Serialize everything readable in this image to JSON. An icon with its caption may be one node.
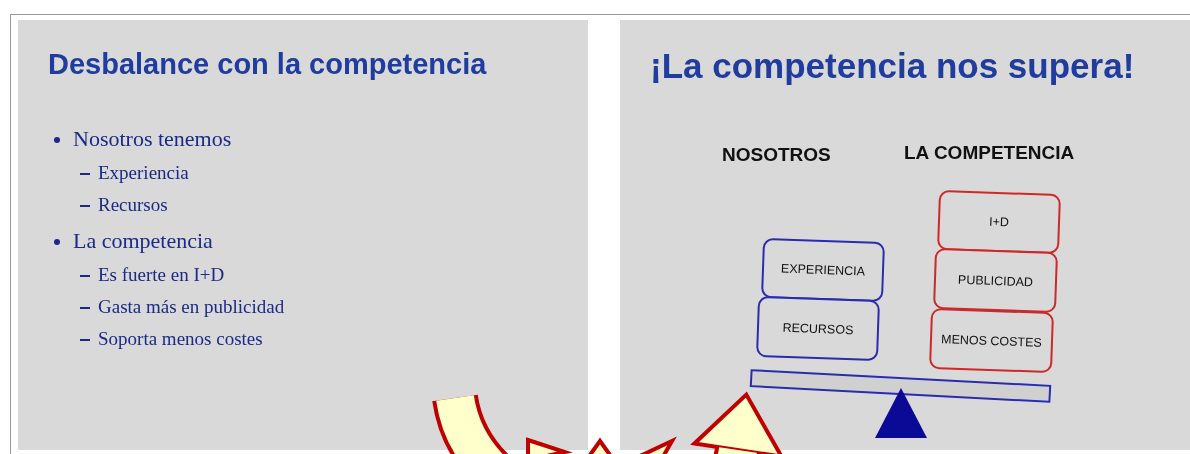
{
  "diagram": {
    "nodes": [
      {
        "text": [
          "Desbalance con la competencia",
          "Nosotros tenemos",
          "Experiencia",
          "Recursos",
          "La competencia",
          "Es fuerte en I+D",
          "Gasta más en publicidad",
          "Soporta menos costes"
        ]
      },
      {
        "text": [
          "¡La competencia nos supera!",
          "NOSOTROS",
          "LA COMPETENCIA"
        ]
      },
      {
        "text": [
          "EXPERIENCIA"
        ],
        "in": 1
      },
      {
        "text": [
          "RECURSOS"
        ],
        "in": 1
      },
      {
        "text": [
          "I+D"
        ],
        "in": 1
      },
      {
        "text": [
          "PUBLICIDAD"
        ],
        "in": 1
      },
      {
        "text": [
          "MENOS COSTES"
        ],
        "in": 1
      },
      {
        "text": [],
        "shape": "bar",
        "in": 1
      },
      {
        "text": [],
        "shape": "triangle",
        "in": 1
      }
    ],
    "edges": [
      {
        "from": 0,
        "to": 1,
        "arrow": "to"
      }
    ]
  }
}
